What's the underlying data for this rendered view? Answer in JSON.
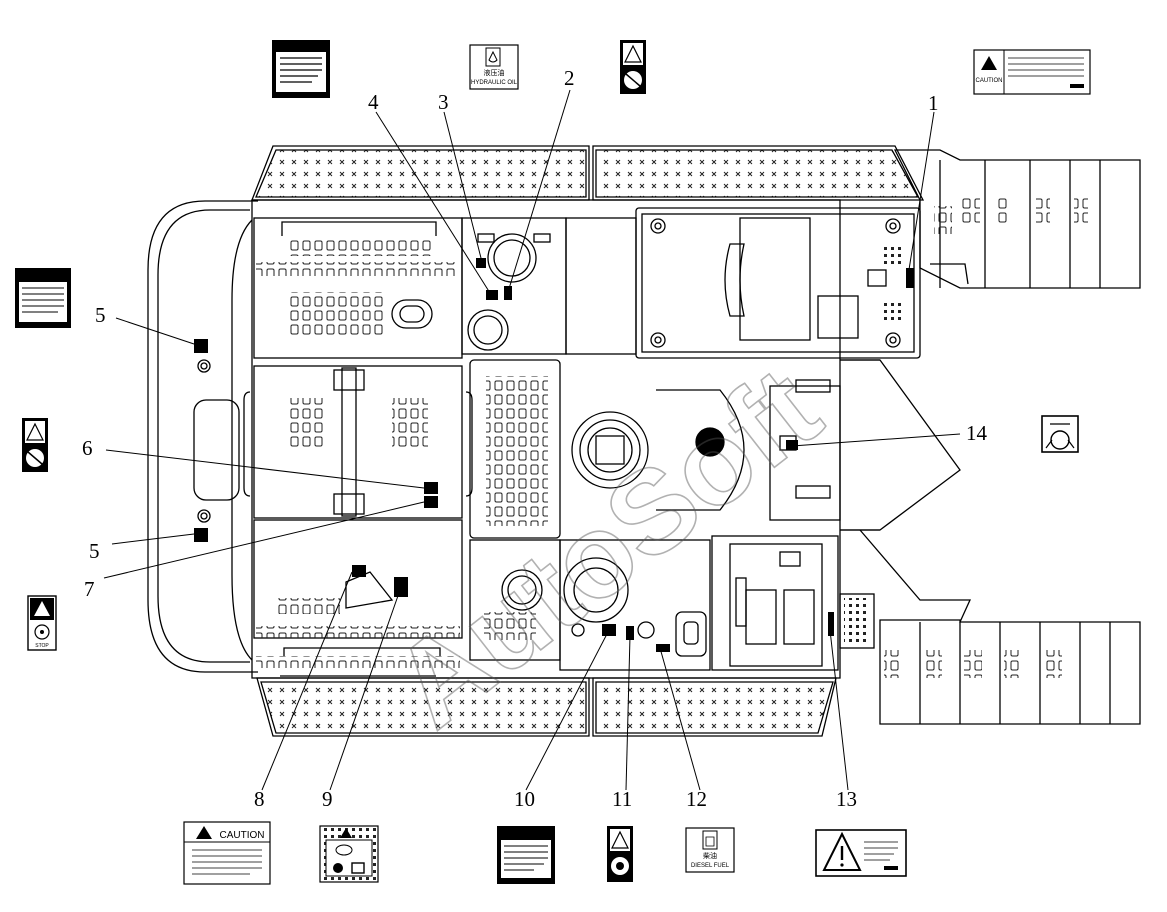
{
  "callouts": [
    {
      "id": "1",
      "label": "1"
    },
    {
      "id": "2",
      "label": "2"
    },
    {
      "id": "3",
      "label": "3"
    },
    {
      "id": "4",
      "label": "4"
    },
    {
      "id": "5a",
      "label": "5"
    },
    {
      "id": "5b",
      "label": "5"
    },
    {
      "id": "6",
      "label": "6"
    },
    {
      "id": "7",
      "label": "7"
    },
    {
      "id": "8",
      "label": "8"
    },
    {
      "id": "9",
      "label": "9"
    },
    {
      "id": "10",
      "label": "10"
    },
    {
      "id": "11",
      "label": "11"
    },
    {
      "id": "12",
      "label": "12"
    },
    {
      "id": "13",
      "label": "13"
    },
    {
      "id": "14",
      "label": "14"
    }
  ],
  "decals": {
    "hydraulic_oil": {
      "cn": "液压油",
      "en": "HYDRAULIC OIL"
    },
    "caution_top_right": {
      "word": "CAUTION"
    },
    "caution_bottom": {
      "word": "CAUTION"
    },
    "stop_decal": {
      "word": "STOP"
    },
    "diesel_fuel": {
      "cn": "柴油",
      "en": "DIESEL FUEL"
    }
  },
  "watermark": {
    "text": "AutoSoft"
  }
}
